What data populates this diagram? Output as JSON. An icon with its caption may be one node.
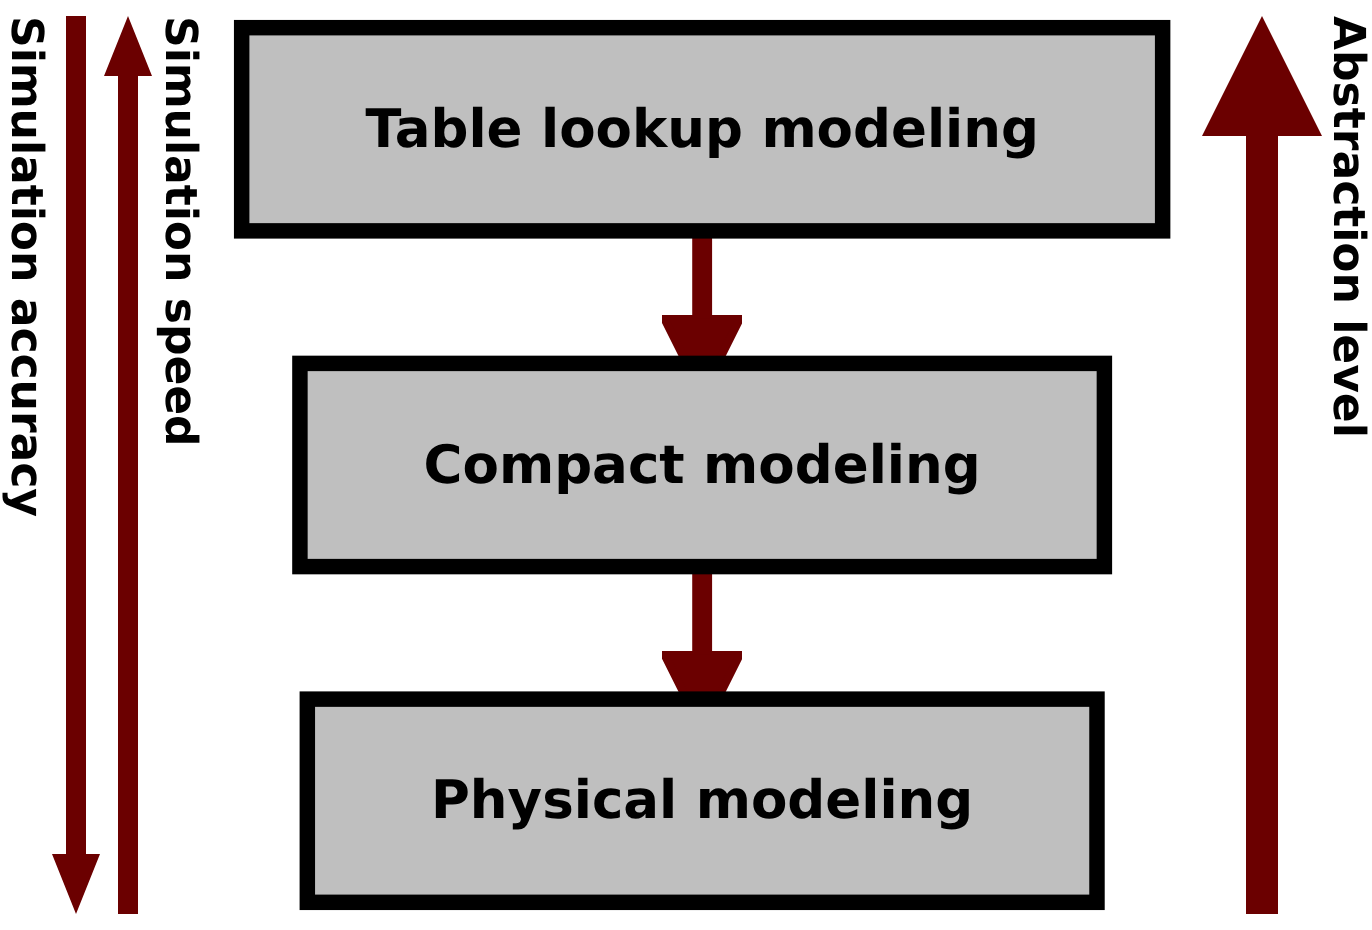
{
  "diagram": {
    "nodes": [
      {
        "text": [
          "Table lookup modeling"
        ]
      },
      {
        "text": [
          "Compact modeling"
        ]
      },
      {
        "text": [
          "Physical modeling"
        ]
      }
    ],
    "edges": [
      {
        "from": 0,
        "to": 1,
        "arrow": "to"
      },
      {
        "from": 1,
        "to": 2,
        "arrow": "to"
      }
    ],
    "labels": [
      "Simulation accuracy",
      "Simulation speed",
      "Abstraction level"
    ]
  }
}
